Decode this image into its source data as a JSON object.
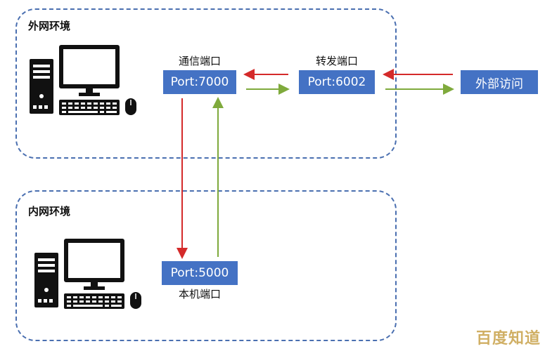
{
  "zones": {
    "outer": {
      "title": "外网环境"
    },
    "inner": {
      "title": "内网环境"
    }
  },
  "ports": {
    "comm": {
      "label": "通信端口",
      "value": "Port:7000"
    },
    "forward": {
      "label": "转发端口",
      "value": "Port:6002"
    },
    "external": {
      "value": "外部访问"
    },
    "local": {
      "label": "本机端口",
      "value": "Port:5000"
    }
  },
  "colors": {
    "zone_border": "#4a6fb0",
    "port_fill": "#4472c4",
    "arrow_request": "#d42a2a",
    "arrow_response": "#7faa3c"
  },
  "icons": [
    "desktop-computer-icon",
    "keyboard-icon",
    "mouse-icon"
  ],
  "watermark": "百度知道"
}
